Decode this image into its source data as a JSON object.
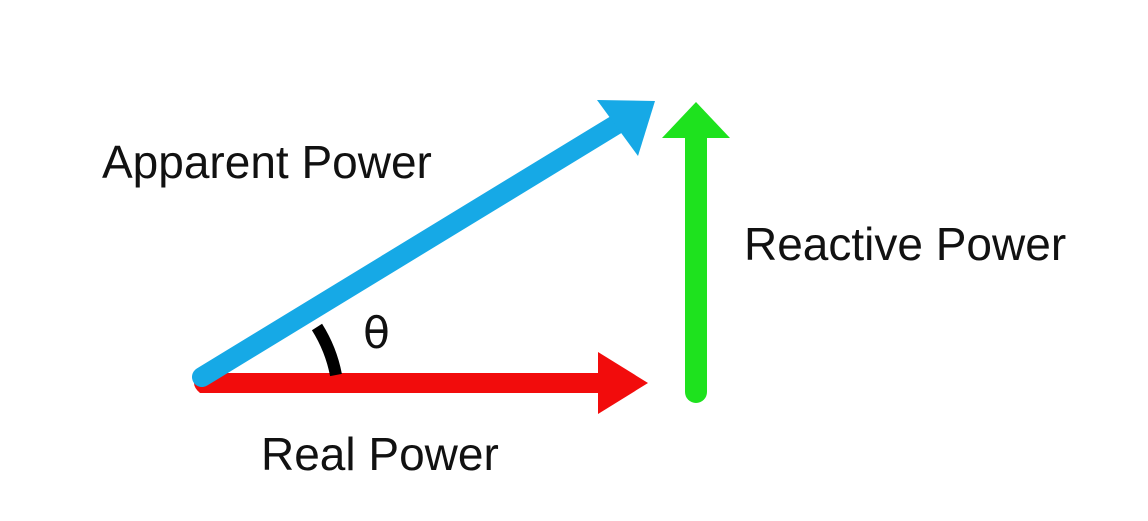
{
  "labels": {
    "apparent": "Apparent Power",
    "reactive": "Reactive Power",
    "real": "Real Power",
    "angle": "θ"
  },
  "colors": {
    "apparent": "#16a9e6",
    "reactive": "#1ee21e",
    "real": "#f20c0c",
    "angle_arc": "#000000",
    "text": "#111111"
  }
}
